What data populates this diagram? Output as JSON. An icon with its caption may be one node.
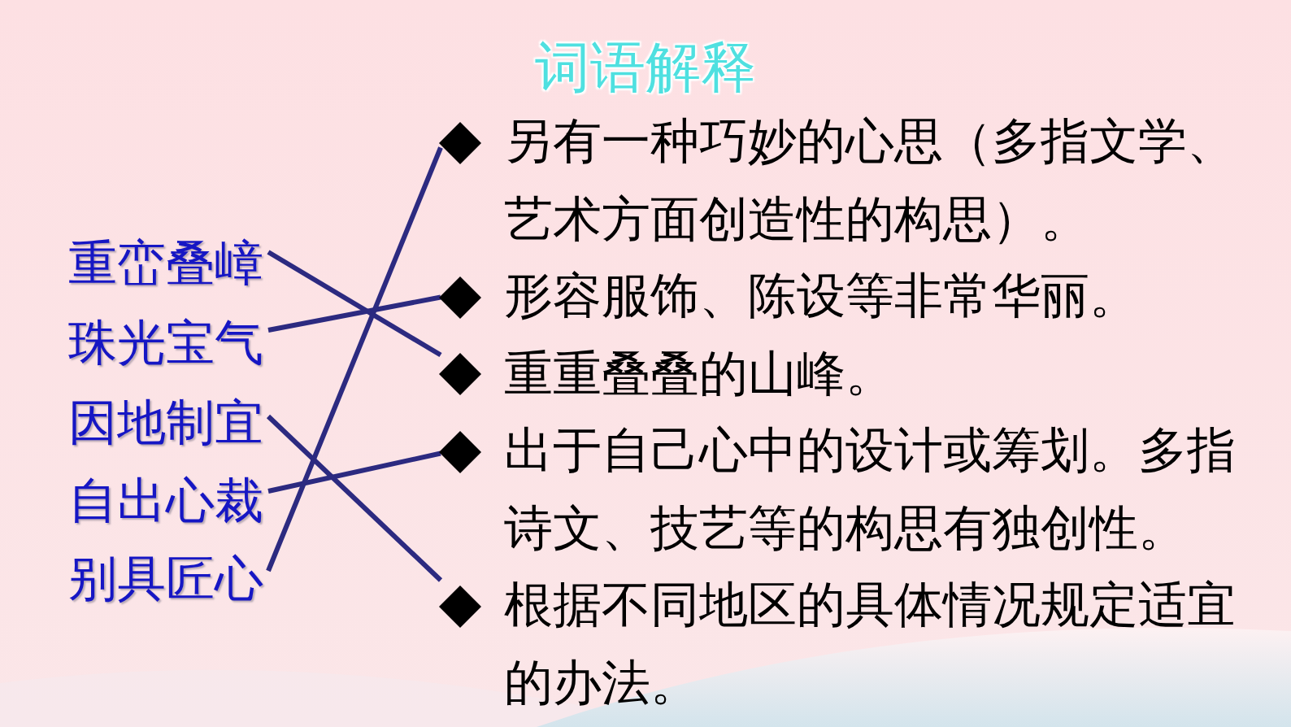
{
  "diagram": {
    "title": "词语解释",
    "nodes": [
      {
        "text": [
          "重峦叠嶂"
        ]
      },
      {
        "text": [
          "珠光宝气"
        ]
      },
      {
        "text": [
          "因地制宜"
        ]
      },
      {
        "text": [
          "自出心裁"
        ]
      },
      {
        "text": [
          "别具匠心"
        ]
      },
      {
        "text": [
          "另有一种巧妙的心思（多指文学、艺术方面创造性的构思）。"
        ]
      },
      {
        "text": [
          "形容服饰、陈设等非常华丽。"
        ]
      },
      {
        "text": [
          "重重叠叠的山峰。"
        ]
      },
      {
        "text": [
          "出于自己心中的设计或筹划。多指诗文、技艺等的构思有独创性。"
        ]
      },
      {
        "text": [
          "根据不同地区的具体情况规定适宜的办法。"
        ]
      }
    ],
    "edges": [
      {
        "from": 0,
        "to": 7,
        "arrow": "none"
      },
      {
        "from": 1,
        "to": 6,
        "arrow": "none"
      },
      {
        "from": 2,
        "to": 9,
        "arrow": "none"
      },
      {
        "from": 3,
        "to": 8,
        "arrow": "none"
      },
      {
        "from": 4,
        "to": 5,
        "arrow": "none"
      }
    ]
  }
}
